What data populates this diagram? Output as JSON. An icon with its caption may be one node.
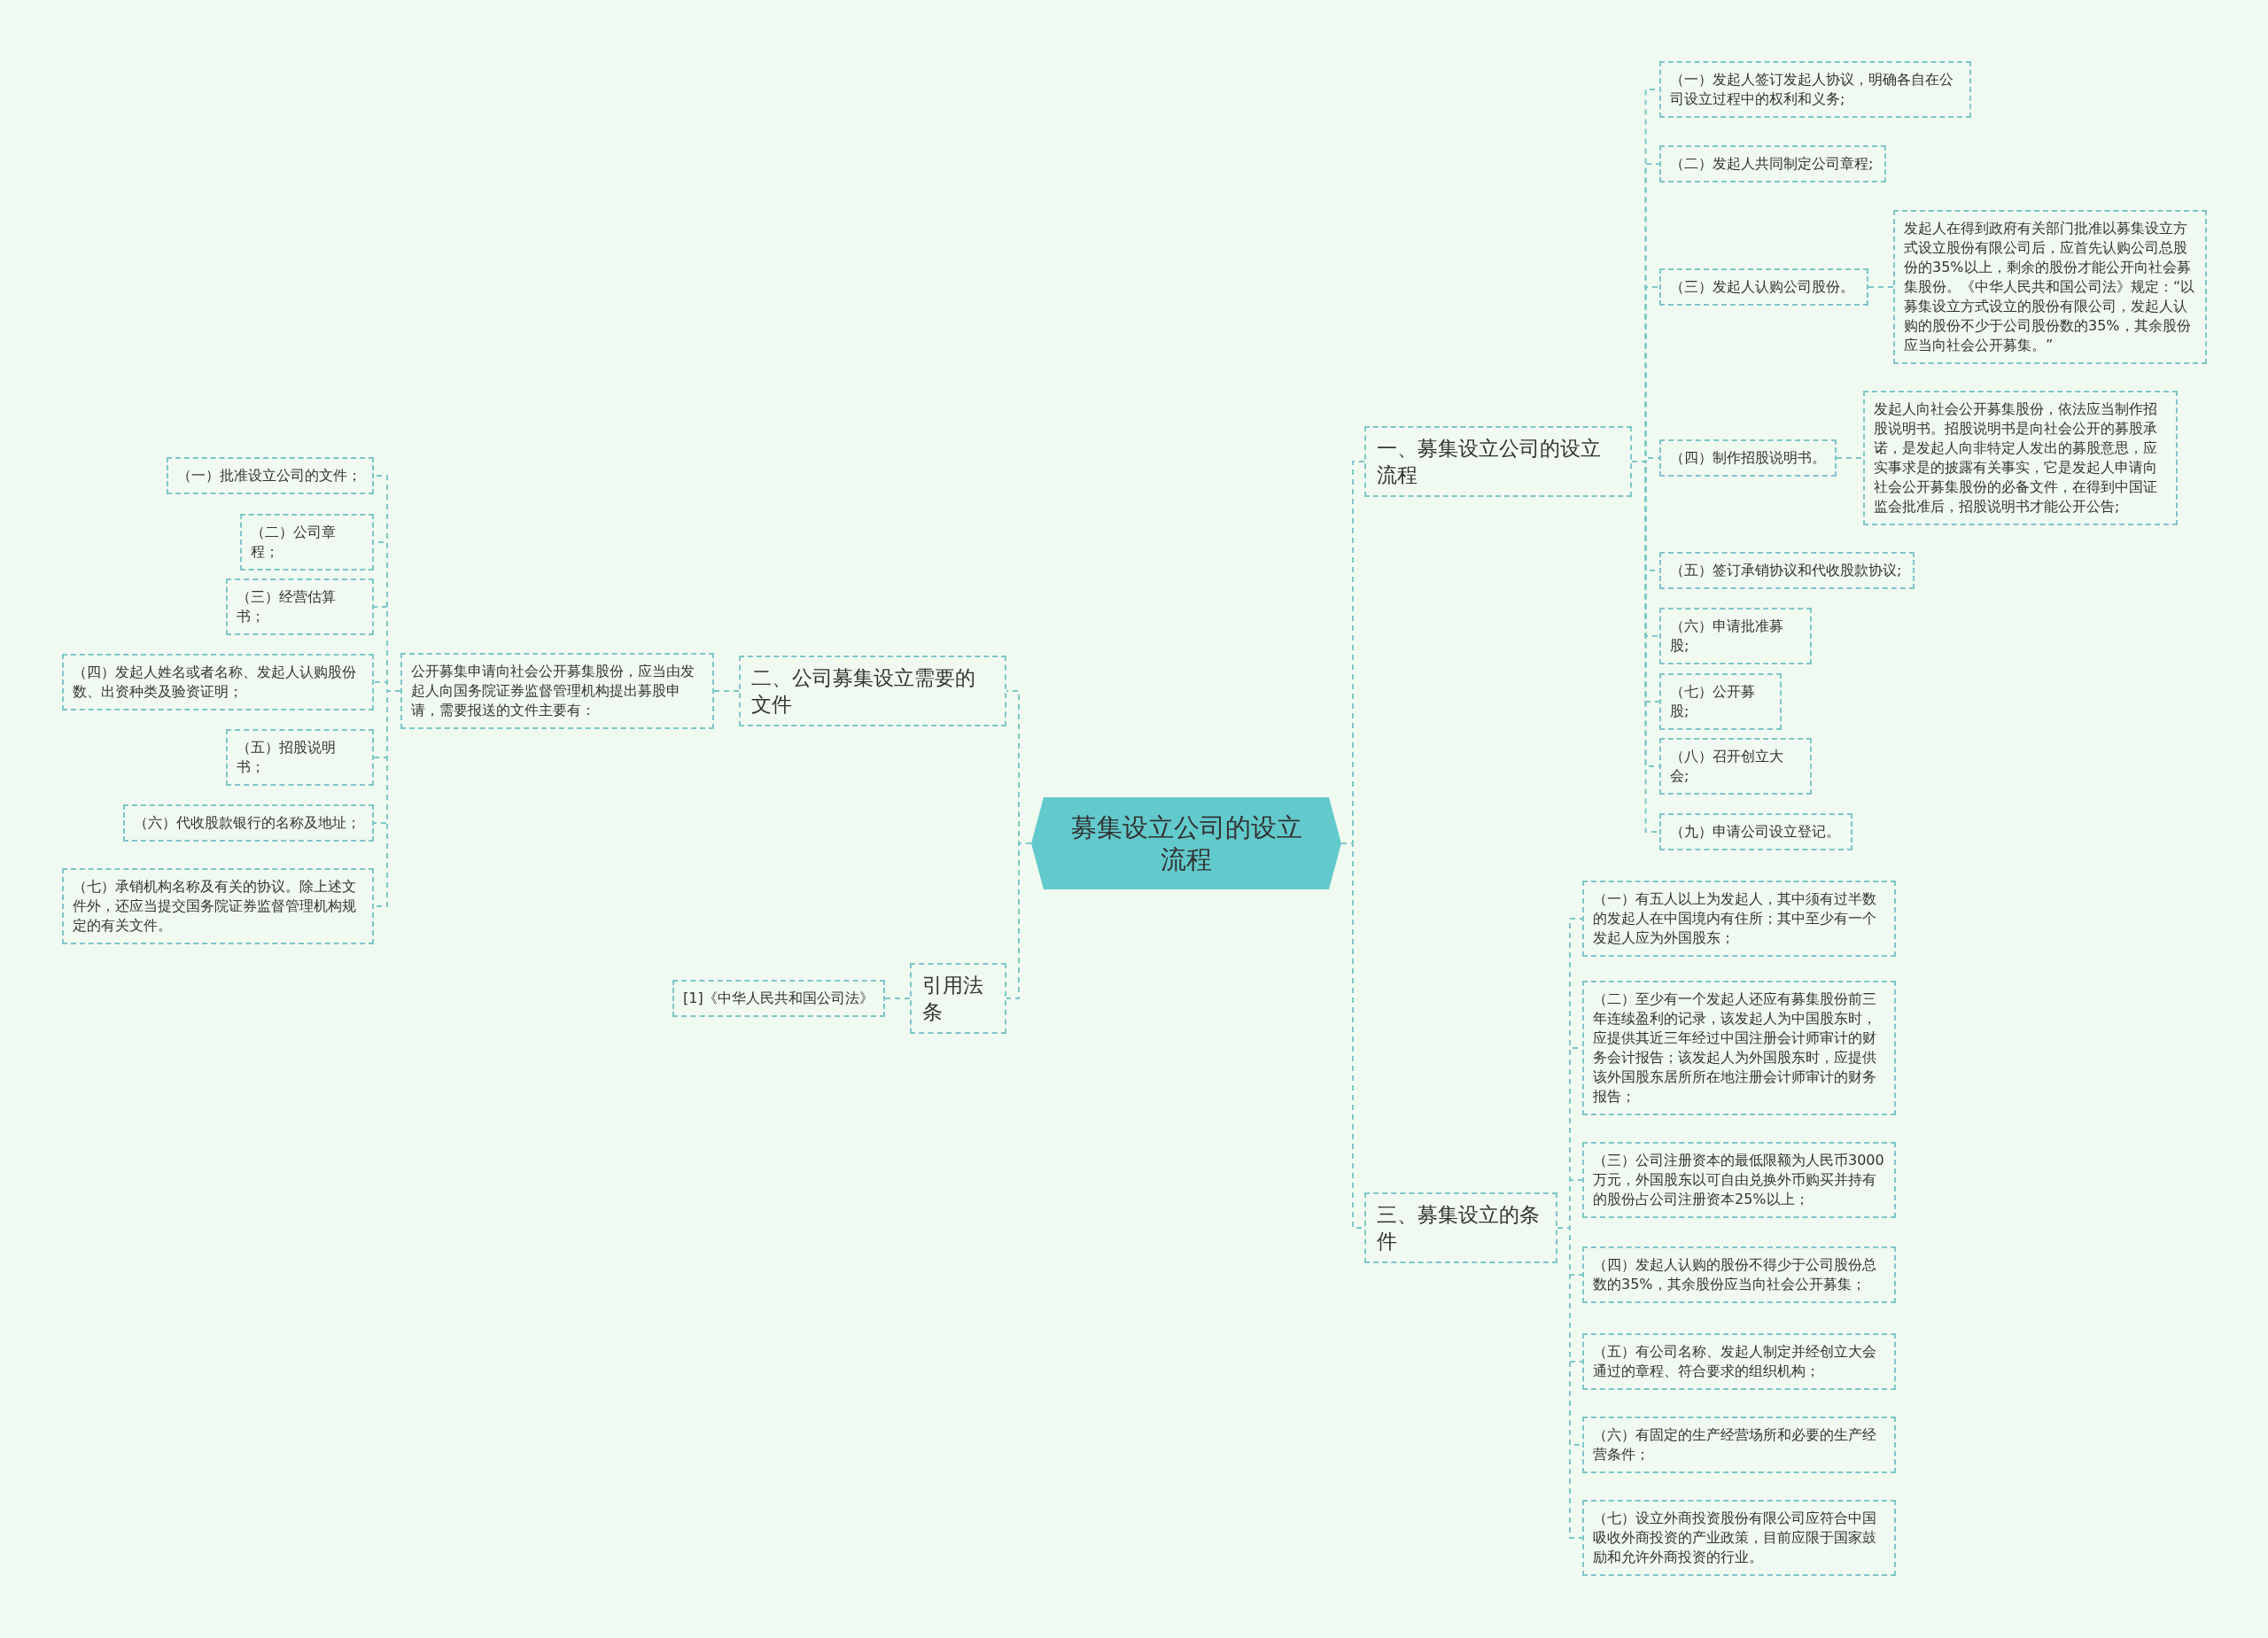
{
  "diagram": {
    "nodes": [
      {
        "text": [
          "募集设立公司的设立流程"
        ]
      },
      {
        "text": [
          "一、募集设立公司的设立流程"
        ]
      },
      {
        "text": [
          "（一）发起人签订发起人协议，明确各自在公司设立过程中的权利和义务;"
        ]
      },
      {
        "text": [
          "（二）发起人共同制定公司章程;"
        ]
      },
      {
        "text": [
          "（三）发起人认购公司股份。"
        ]
      },
      {
        "text": [
          "发起人在得到政府有关部门批准以募集设立方式设立股份有限公司后，应首先认购公司总股份的35%以上，剩余的股份才能公开向社会募集股份。《中华人民共和国公司法》规定：“以募集设立方式设立的股份有限公司，发起人认购的股份不少于公司股份数的35%，其余股份应当向社会公开募集。”"
        ]
      },
      {
        "text": [
          "（四）制作招股说明书。"
        ]
      },
      {
        "text": [
          "发起人向社会公开募集股份，依法应当制作招股说明书。招股说明书是向社会公开的募股承诺，是发起人向非特定人发出的募股意思，应实事求是的披露有关事实，它是发起人申请向社会公开募集股份的必备文件，在得到中国证监会批准后，招股说明书才能公开公告;"
        ]
      },
      {
        "text": [
          "（五）签订承销协议和代收股款协议;"
        ]
      },
      {
        "text": [
          "（六）申请批准募股;"
        ]
      },
      {
        "text": [
          "（七）公开募股;"
        ]
      },
      {
        "text": [
          "（八）召开创立大会;"
        ]
      },
      {
        "text": [
          "（九）申请公司设立登记。"
        ]
      },
      {
        "text": [
          "三、募集设立的条件"
        ]
      },
      {
        "text": [
          "（一）有五人以上为发起人，其中须有过半数的发起人在中国境内有住所；其中至少有一个发起人应为外国股东；"
        ]
      },
      {
        "text": [
          "（二）至少有一个发起人还应有募集股份前三年连续盈利的记录，该发起人为中国股东时，应提供其近三年经过中国注册会计师审计的财务会计报告；该发起人为外国股东时，应提供该外国股东居所所在地注册会计师审计的财务报告；"
        ]
      },
      {
        "text": [
          "（三）公司注册资本的最低限额为人民币3000万元，外国股东以可自由兑换外币购买并持有的股份占公司注册资本25%以上；"
        ]
      },
      {
        "text": [
          "（四）发起人认购的股份不得少于公司股份总数的35%，其余股份应当向社会公开募集；"
        ]
      },
      {
        "text": [
          "（五）有公司名称、发起人制定并经创立大会通过的章程、符合要求的组织机构；"
        ]
      },
      {
        "text": [
          "（六）有固定的生产经营场所和必要的生产经营条件；"
        ]
      },
      {
        "text": [
          "（七）设立外商投资股份有限公司应符合中国吸收外商投资的产业政策，目前应限于国家鼓励和允许外商投资的行业。"
        ]
      },
      {
        "text": [
          "二、公司募集设立需要的文件"
        ]
      },
      {
        "text": [
          "公开募集申请向社会公开募集股份，应当由发起人向国务院证券监督管理机构提出募股申请，需要报送的文件主要有："
        ]
      },
      {
        "text": [
          "（一）批准设立公司的文件；"
        ]
      },
      {
        "text": [
          "（二）公司章程；"
        ]
      },
      {
        "text": [
          "（三）经营估算书；"
        ]
      },
      {
        "text": [
          "（四）发起人姓名或者名称、发起人认购股份数、出资种类及验资证明；"
        ]
      },
      {
        "text": [
          "（五）招股说明书；"
        ]
      },
      {
        "text": [
          "（六）代收股款银行的名称及地址；"
        ]
      },
      {
        "text": [
          "（七）承销机构名称及有关的协议。除上述文件外，还应当提交国务院证券监督管理机构规定的有关文件。"
        ]
      },
      {
        "text": [
          "引用法条"
        ]
      },
      {
        "text": [
          "[1]《中华人民共和国公司法》"
        ]
      }
    ],
    "edges": [
      {
        "from": 0,
        "to": 1,
        "arrow": "none"
      },
      {
        "from": 1,
        "to": 2,
        "arrow": "none"
      },
      {
        "from": 1,
        "to": 3,
        "arrow": "none"
      },
      {
        "from": 1,
        "to": 4,
        "arrow": "none"
      },
      {
        "from": 4,
        "to": 5,
        "arrow": "none"
      },
      {
        "from": 1,
        "to": 6,
        "arrow": "none"
      },
      {
        "from": 6,
        "to": 7,
        "arrow": "none"
      },
      {
        "from": 1,
        "to": 8,
        "arrow": "none"
      },
      {
        "from": 1,
        "to": 9,
        "arrow": "none"
      },
      {
        "from": 1,
        "to": 10,
        "arrow": "none"
      },
      {
        "from": 1,
        "to": 11,
        "arrow": "none"
      },
      {
        "from": 1,
        "to": 12,
        "arrow": "none"
      },
      {
        "from": 0,
        "to": 13,
        "arrow": "none"
      },
      {
        "from": 13,
        "to": 14,
        "arrow": "none"
      },
      {
        "from": 13,
        "to": 15,
        "arrow": "none"
      },
      {
        "from": 13,
        "to": 16,
        "arrow": "none"
      },
      {
        "from": 13,
        "to": 17,
        "arrow": "none"
      },
      {
        "from": 13,
        "to": 18,
        "arrow": "none"
      },
      {
        "from": 13,
        "to": 19,
        "arrow": "none"
      },
      {
        "from": 13,
        "to": 20,
        "arrow": "none"
      },
      {
        "from": 0,
        "to": 21,
        "arrow": "none"
      },
      {
        "from": 21,
        "to": 22,
        "arrow": "none"
      },
      {
        "from": 22,
        "to": 23,
        "arrow": "none"
      },
      {
        "from": 22,
        "to": 24,
        "arrow": "none"
      },
      {
        "from": 22,
        "to": 25,
        "arrow": "none"
      },
      {
        "from": 22,
        "to": 26,
        "arrow": "none"
      },
      {
        "from": 22,
        "to": 27,
        "arrow": "none"
      },
      {
        "from": 22,
        "to": 28,
        "arrow": "none"
      },
      {
        "from": 22,
        "to": 29,
        "arrow": "none"
      },
      {
        "from": 0,
        "to": 30,
        "arrow": "none"
      },
      {
        "from": 30,
        "to": 31,
        "arrow": "none"
      }
    ]
  }
}
